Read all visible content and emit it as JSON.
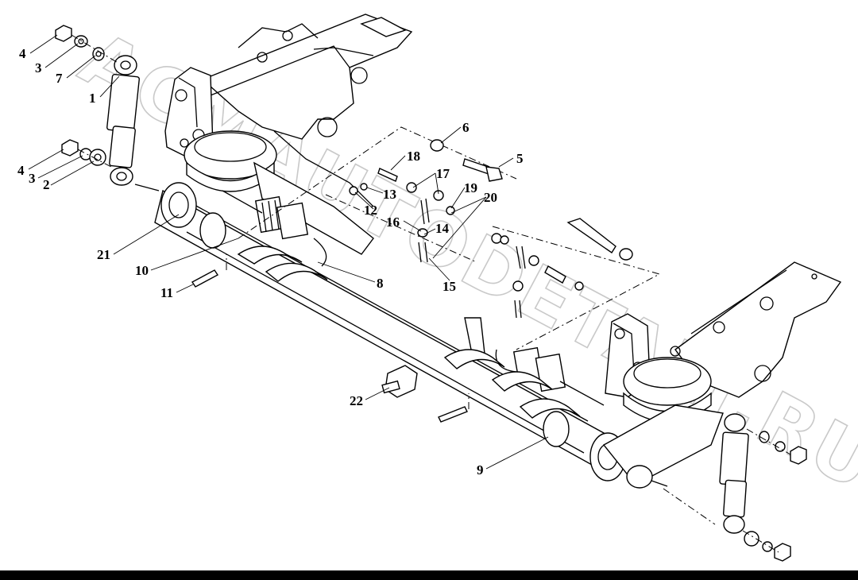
{
  "watermark": "ACMAUTODETALI.RU",
  "callouts": [
    {
      "id": "c1",
      "label": "1"
    },
    {
      "id": "c2",
      "label": "2"
    },
    {
      "id": "c3a",
      "label": "3"
    },
    {
      "id": "c3b",
      "label": "3"
    },
    {
      "id": "c4a",
      "label": "4"
    },
    {
      "id": "c4b",
      "label": "4"
    },
    {
      "id": "c5",
      "label": "5"
    },
    {
      "id": "c6",
      "label": "6"
    },
    {
      "id": "c7",
      "label": "7"
    },
    {
      "id": "c8",
      "label": "8"
    },
    {
      "id": "c9",
      "label": "9"
    },
    {
      "id": "c10",
      "label": "10"
    },
    {
      "id": "c11",
      "label": "11"
    },
    {
      "id": "c12",
      "label": "12"
    },
    {
      "id": "c13",
      "label": "13"
    },
    {
      "id": "c14",
      "label": "14"
    },
    {
      "id": "c15",
      "label": "15"
    },
    {
      "id": "c16",
      "label": "16"
    },
    {
      "id": "c17",
      "label": "17"
    },
    {
      "id": "c18",
      "label": "18"
    },
    {
      "id": "c19",
      "label": "19"
    },
    {
      "id": "c20",
      "label": "20"
    },
    {
      "id": "c21",
      "label": "21"
    },
    {
      "id": "c22",
      "label": "22"
    }
  ]
}
